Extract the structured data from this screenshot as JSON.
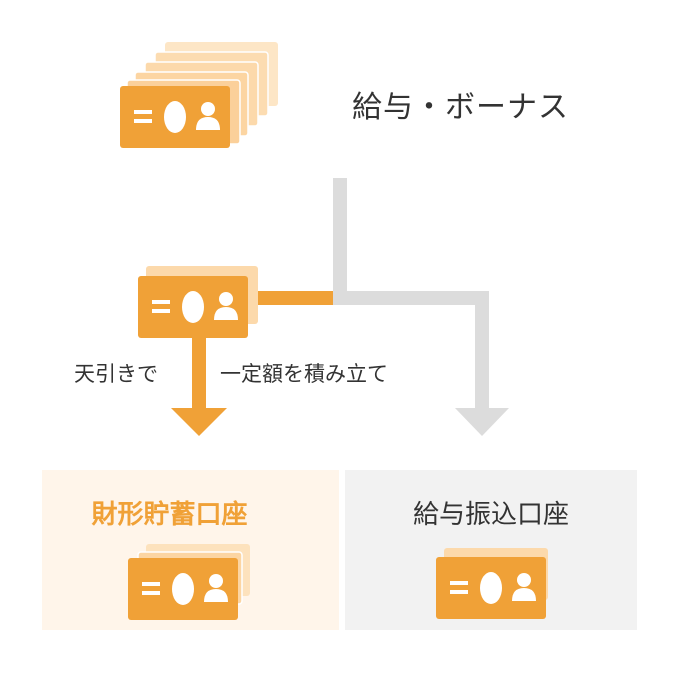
{
  "title": "給与・ボーナス",
  "deduction_label": "天引きで",
  "accumulate_label": "一定額を積み立て",
  "boxes": {
    "savings": "財形貯蓄口座",
    "salary_account": "給与振込口座"
  },
  "colors": {
    "orange": "#f0a137",
    "orange_light": "#fcd9ab",
    "gray_arrow": "#dcdcdc",
    "savings_box_bg": "#fff5ea",
    "salary_box_bg": "#f2f2f2"
  },
  "icons": [
    "money-card-stack-icon",
    "money-card-icon"
  ]
}
